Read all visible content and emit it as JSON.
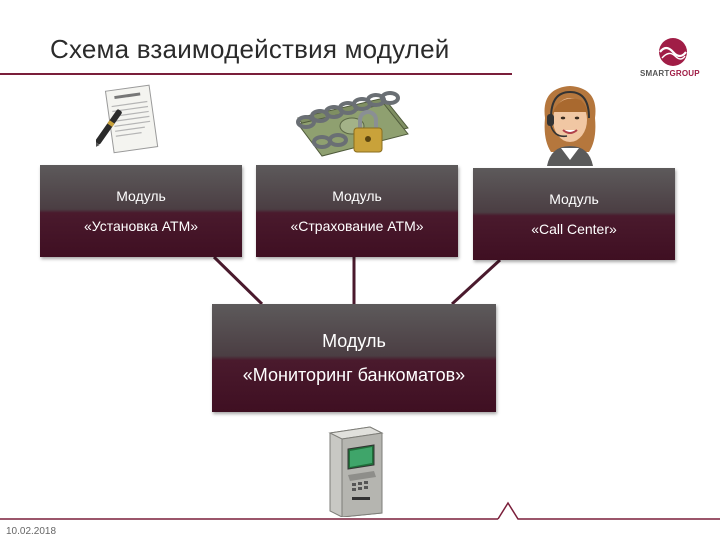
{
  "slide": {
    "title": "Схема взаимодействия модулей",
    "date": "10.02.2018"
  },
  "logo": {
    "word_main": "SMART",
    "word_accent": "GROUP",
    "mark_icon": "smartgroup-logo-icon"
  },
  "modules": [
    {
      "line1": "Модуль",
      "line2": "«Установка АТМ»",
      "image_icon": "document-pen-icon"
    },
    {
      "line1": "Модуль",
      "line2": "«Страхование АТМ»",
      "image_icon": "money-chain-lock-icon"
    },
    {
      "line1": "Модуль",
      "line2": "«Call Center»",
      "image_icon": "operator-headset-icon"
    }
  ],
  "central_module": {
    "line1": "Модуль",
    "line2": "«Мониторинг банкоматов»",
    "image_icon": "atm-machine-icon"
  },
  "colors": {
    "accent": "#7a1e3a",
    "module_top": "#5d5a5b",
    "module_bottom": "#3f0f22",
    "connector": "#4a1a2d"
  }
}
